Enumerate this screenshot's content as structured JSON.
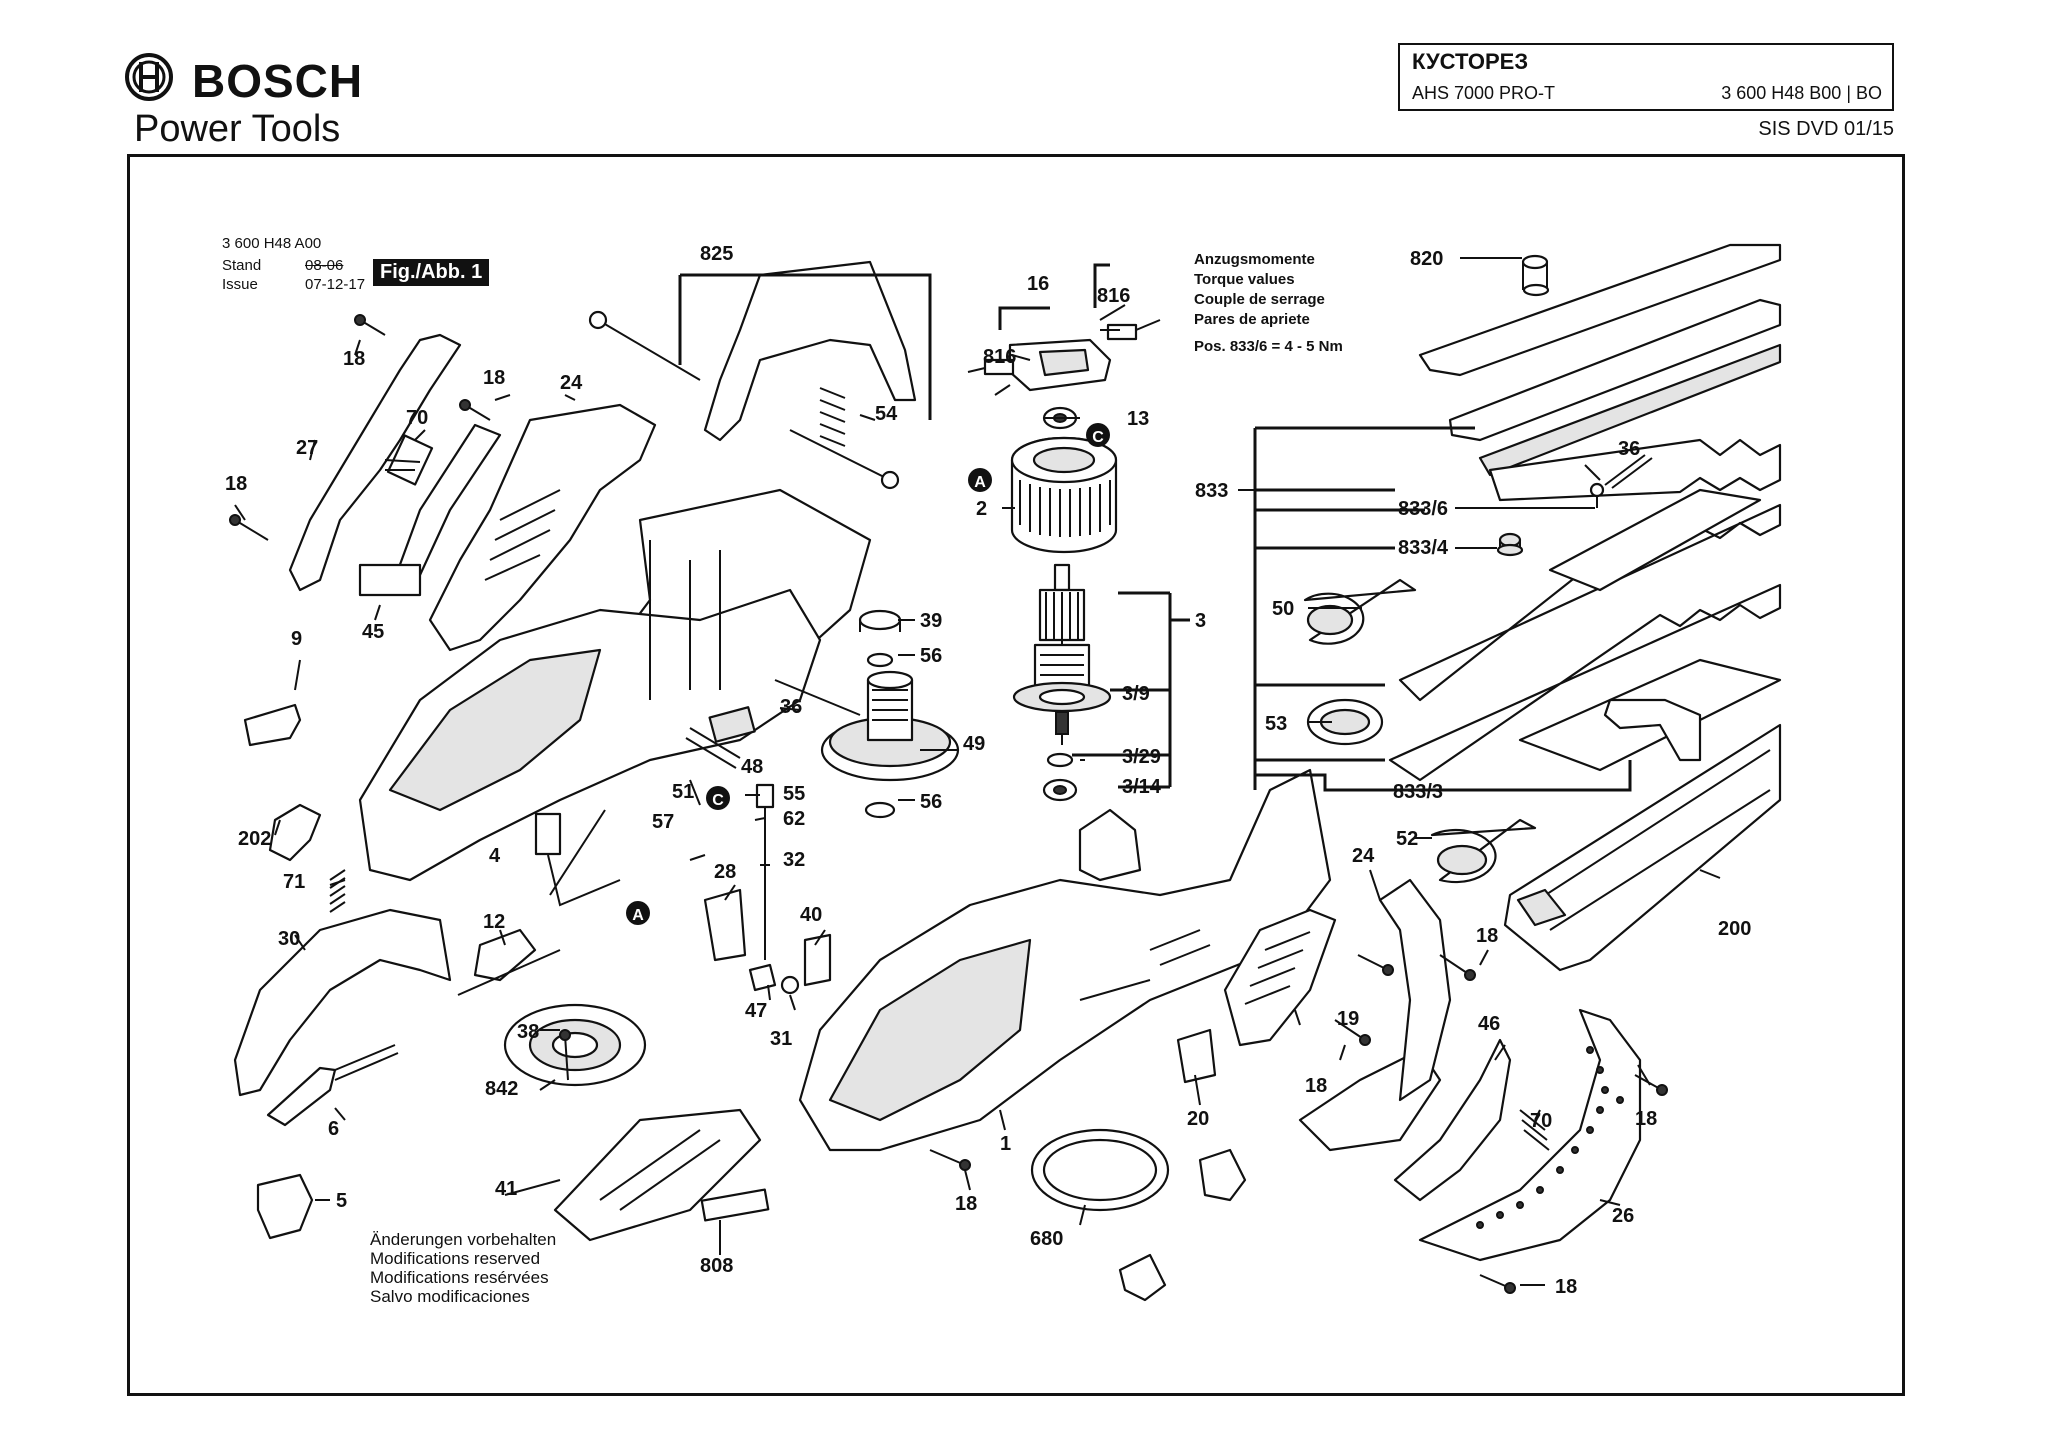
{
  "brand": {
    "name": "BOSCH",
    "subtitle": "Power Tools",
    "logo_icon": "bosch-armature-logo-icon"
  },
  "title_block": {
    "title": "КУСТОРЕЗ",
    "model": "AHS 7000 PRO-T",
    "code": "3 600 H48 B00 | BO",
    "dvd": "SIS DVD 01/15"
  },
  "doc_info": {
    "code": "3 600 H48 A00",
    "stand_label": "Stand",
    "stand_value": "08-06",
    "issue_label": "Issue",
    "issue_value": "07-12-17",
    "figure": "Fig./Abb. 1"
  },
  "torque": {
    "lines": [
      "Anzugsmomente",
      "Torque values",
      "Couple de serrage",
      "Pares de apriete"
    ],
    "value": "Pos. 833/6 = 4 - 5 Nm"
  },
  "modifications": [
    "Änderungen vorbehalten",
    "Modifications reserved",
    "Modifications resérvées",
    "Salvo modificaciones"
  ],
  "callouts": {
    "a": "A",
    "c": "C"
  },
  "part_labels": [
    "825",
    "18",
    "27",
    "70",
    "18",
    "24",
    "18",
    "54",
    "45",
    "9",
    "202",
    "36",
    "48",
    "51",
    "55",
    "62",
    "57",
    "4",
    "32",
    "28",
    "40",
    "71",
    "30",
    "12",
    "38",
    "47",
    "31",
    "842",
    "6",
    "41",
    "5",
    "808",
    "16",
    "816",
    "816",
    "13",
    "2",
    "39",
    "56",
    "49",
    "56",
    "3",
    "3/9",
    "3/29",
    "3/14",
    "1",
    "18",
    "680",
    "20",
    "19",
    "18",
    "24",
    "18",
    "820",
    "833",
    "833/6",
    "36",
    "833/4",
    "50",
    "53",
    "833/3",
    "52",
    "200",
    "46",
    "70",
    "18",
    "26",
    "18"
  ]
}
